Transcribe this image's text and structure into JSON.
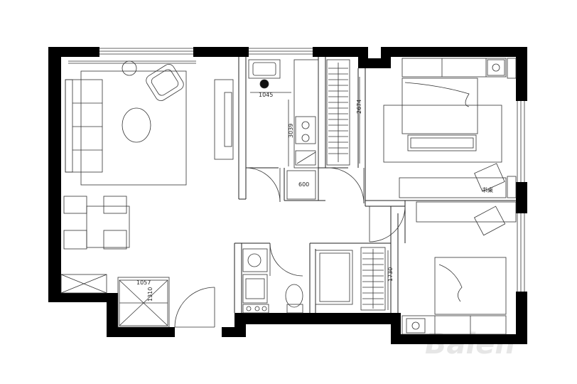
{
  "dimensions": {
    "kitchen_width": "1045",
    "kitchen_depth": "3039",
    "kitchen_counter": "600",
    "bedroom_depth": "2674",
    "bath_depth": "1730",
    "storage_width": "1057",
    "storage_depth": "1310"
  },
  "labels": {
    "desk_note": "书桌"
  },
  "watermark": "Balen"
}
